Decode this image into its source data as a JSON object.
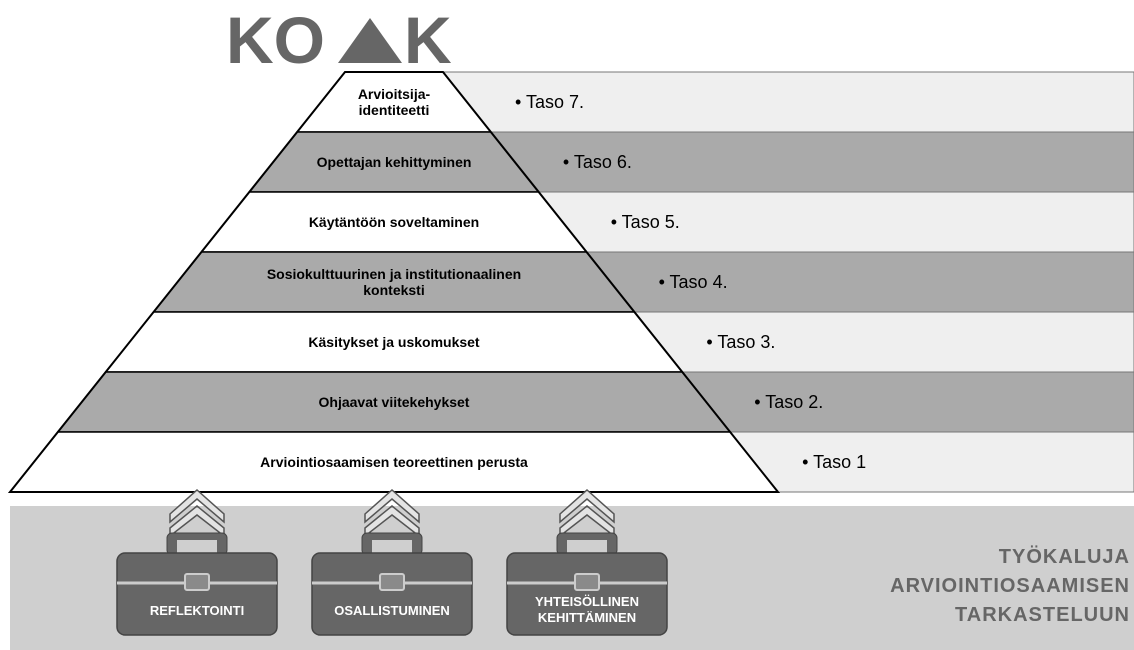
{
  "logo": {
    "left": "KO",
    "right": "K",
    "mark": "triangle-icon"
  },
  "levels": [
    {
      "name_lines": [
        "Arvioitsija-",
        "identiteetti"
      ],
      "taso": "• Taso 7."
    },
    {
      "name_lines": [
        "Opettajan kehittyminen"
      ],
      "taso": "• Taso 6."
    },
    {
      "name_lines": [
        "Käytäntöön soveltaminen"
      ],
      "taso": "• Taso 5."
    },
    {
      "name_lines": [
        "Sosiokulttuurinen ja institutionaalinen",
        "konteksti"
      ],
      "taso": "• Taso 4."
    },
    {
      "name_lines": [
        "Käsitykset ja uskomukset"
      ],
      "taso": "• Taso 3."
    },
    {
      "name_lines": [
        "Ohjaavat viitekehykset"
      ],
      "taso": "• Taso 2."
    },
    {
      "name_lines": [
        "Arviointiosaamisen teoreettinen perusta"
      ],
      "taso": "• Taso 1"
    }
  ],
  "tools": [
    {
      "label_lines": [
        "REFLEKTOINTI"
      ],
      "icon": "briefcase-icon"
    },
    {
      "label_lines": [
        "OSALLISTUMINEN"
      ],
      "icon": "briefcase-icon"
    },
    {
      "label_lines": [
        "YHTEISÖLLINEN",
        "KEHITTÄMINEN"
      ],
      "icon": "briefcase-icon"
    }
  ],
  "side_caption": [
    "TYÖKALUJA",
    "ARVIOINTIOSAAMISEN",
    "TARKASTELUUN"
  ],
  "colors": {
    "dark_band": "#aaaaaa",
    "light_band": "#efefef",
    "toolbar_bg": "#cfcfcf",
    "case_fill": "#666666",
    "logo": "#666666"
  }
}
